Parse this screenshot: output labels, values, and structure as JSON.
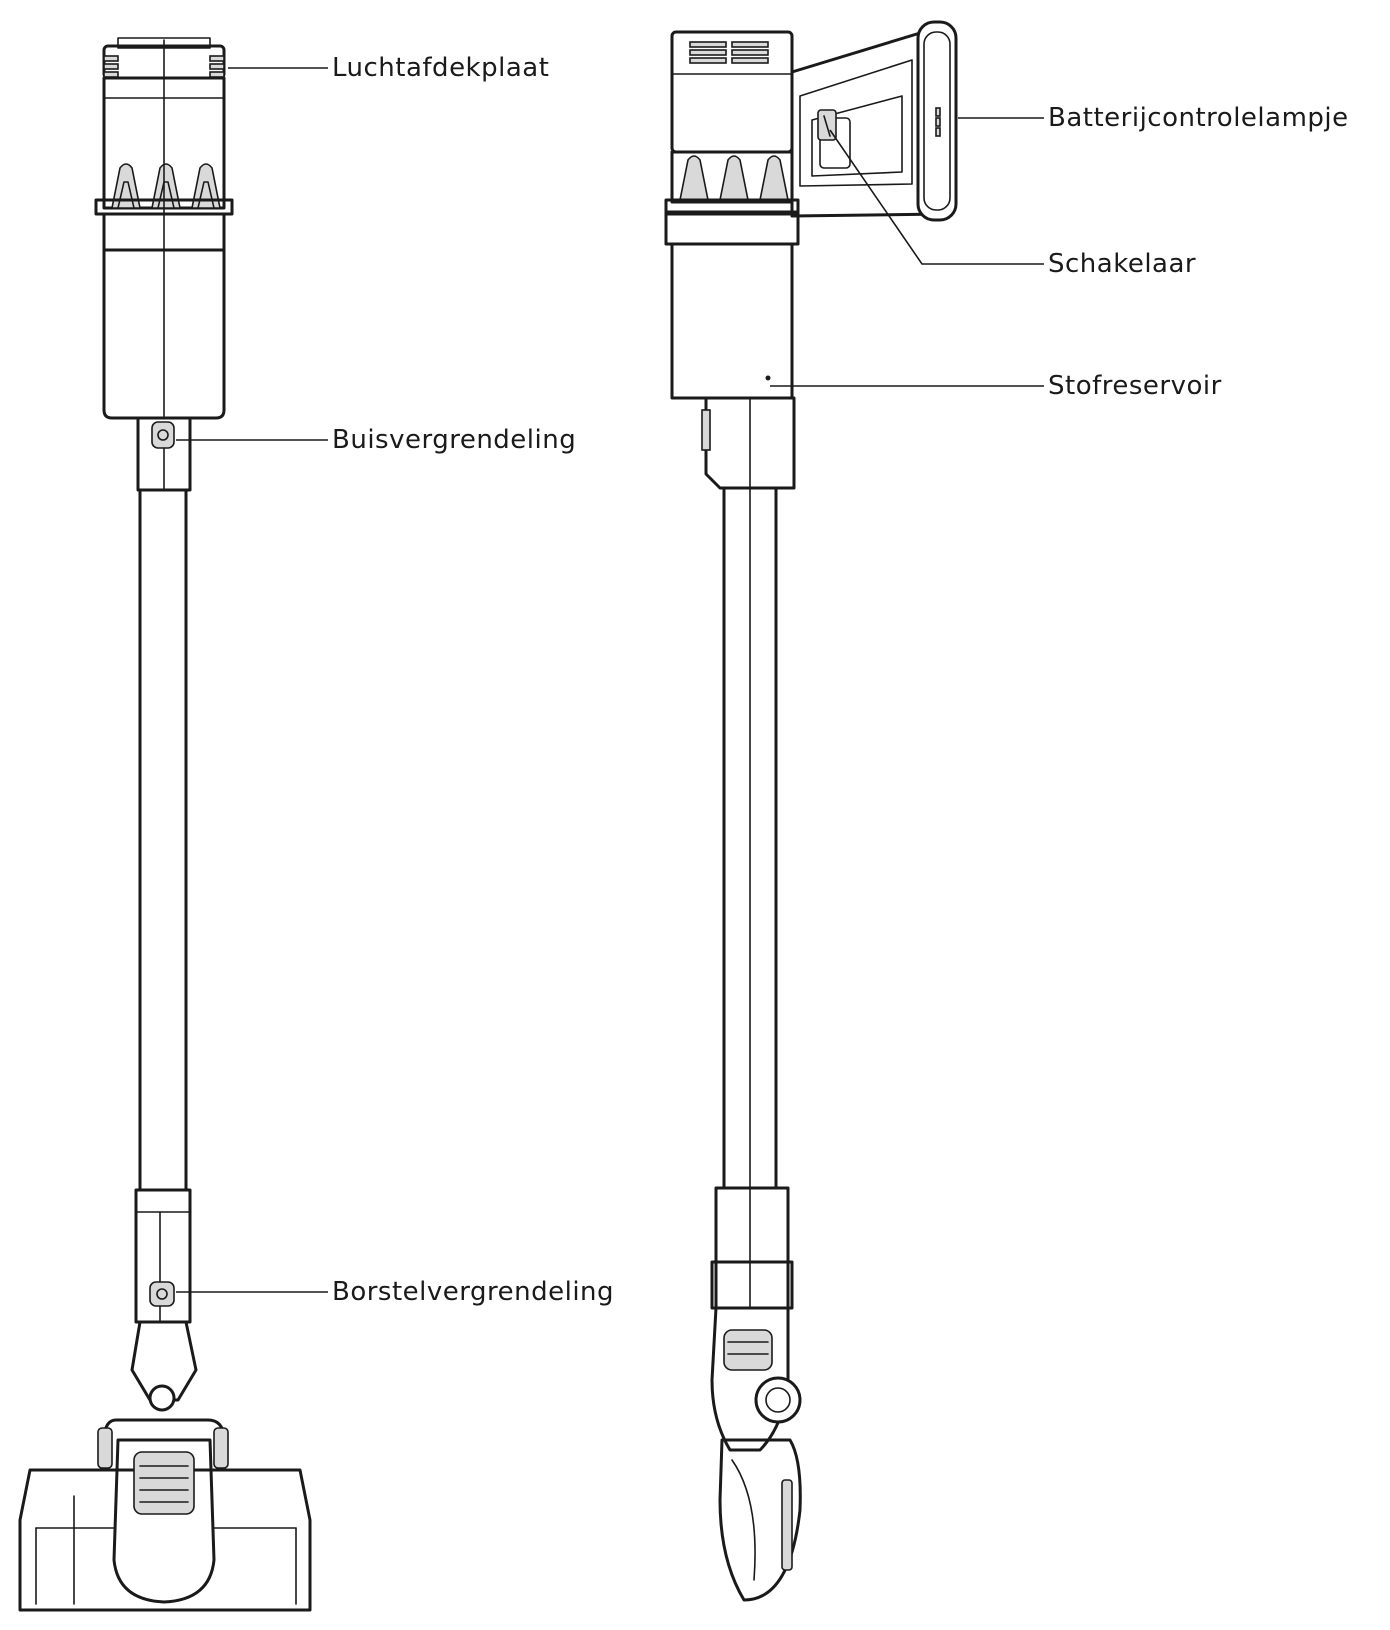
{
  "labels": {
    "air_cover": "Luchtafdekplaat",
    "tube_lock": "Buisvergrendeling",
    "brush_lock": "Borstelvergrendeling",
    "battery_indicator": "Batterijcontrolelampje",
    "switch": "Schakelaar",
    "dust_container": "Stofreservoir"
  },
  "colors": {
    "line": "#1a1a1a",
    "background": "#ffffff",
    "shade": "#d9d9d9"
  }
}
